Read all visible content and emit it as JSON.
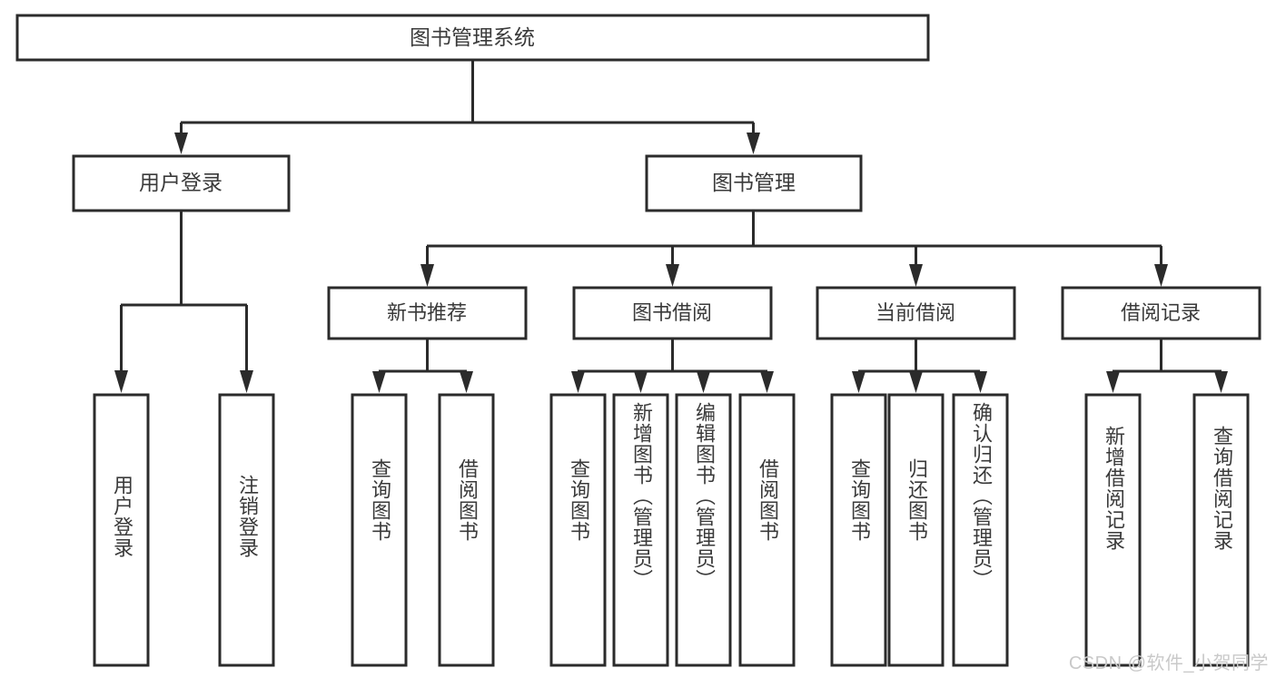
{
  "diagram": {
    "type": "tree-hierarchy",
    "title": "图书管理系统",
    "orientation": "top-down",
    "watermark": "CSDN @软件_小贺同学",
    "colors": {
      "stroke": "#2b2b2b",
      "box_fill": "#ffffff",
      "text": "#3a3a3a",
      "background": "#ffffff",
      "watermark": "#c9c9c9"
    },
    "root": {
      "id": "root",
      "label": "图书管理系统"
    },
    "level2": [
      {
        "id": "user-login",
        "label": "用户登录"
      },
      {
        "id": "book-manage",
        "label": "图书管理"
      }
    ],
    "level3": [
      {
        "id": "new-book-rec",
        "label": "新书推荐",
        "parent": "book-manage"
      },
      {
        "id": "book-borrow",
        "label": "图书借阅",
        "parent": "book-manage"
      },
      {
        "id": "current-borrow",
        "label": "当前借阅",
        "parent": "book-manage"
      },
      {
        "id": "borrow-record",
        "label": "借阅记录",
        "parent": "book-manage"
      }
    ],
    "leaves": [
      {
        "id": "leaf-user-login",
        "label": "用户登录",
        "parent": "user-login"
      },
      {
        "id": "leaf-user-logout",
        "label": "注销登录",
        "parent": "user-login"
      },
      {
        "id": "leaf-query-book-1",
        "label": "查询图书",
        "parent": "new-book-rec"
      },
      {
        "id": "leaf-borrow-book-1",
        "label": "借阅图书",
        "parent": "new-book-rec"
      },
      {
        "id": "leaf-query-book-2",
        "label": "查询图书",
        "parent": "book-borrow"
      },
      {
        "id": "leaf-add-book",
        "label": "新增图书（管理员）",
        "parent": "book-borrow"
      },
      {
        "id": "leaf-edit-book",
        "label": "编辑图书（管理员）",
        "parent": "book-borrow"
      },
      {
        "id": "leaf-borrow-book-2",
        "label": "借阅图书",
        "parent": "book-borrow"
      },
      {
        "id": "leaf-query-book-3",
        "label": "查询图书",
        "parent": "current-borrow"
      },
      {
        "id": "leaf-return-book",
        "label": "归还图书",
        "parent": "current-borrow"
      },
      {
        "id": "leaf-confirm-return",
        "label": "确认归还（管理员）",
        "parent": "current-borrow"
      },
      {
        "id": "leaf-add-record",
        "label": "新增借阅记录",
        "parent": "borrow-record"
      },
      {
        "id": "leaf-query-record",
        "label": "查询借阅记录",
        "parent": "borrow-record"
      }
    ]
  }
}
